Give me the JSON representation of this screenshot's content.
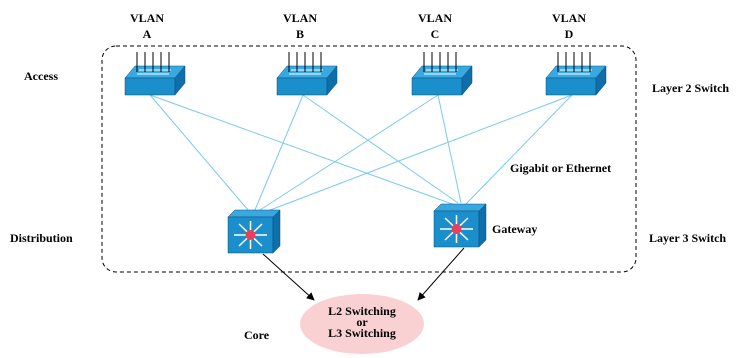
{
  "vlans": [
    {
      "line1": "VLAN",
      "line2": "A"
    },
    {
      "line1": "VLAN",
      "line2": "B"
    },
    {
      "line1": "VLAN",
      "line2": "C"
    },
    {
      "line1": "VLAN",
      "line2": "D"
    }
  ],
  "layers": {
    "access": "Access",
    "distribution": "Distribution",
    "core": "Core"
  },
  "right_labels": {
    "layer2": "Layer 2 Switch",
    "layer3": "Layer 3 Switch"
  },
  "link_label": "Gigabit or Ethernet",
  "gateway_label": "Gateway",
  "core_cloud": {
    "line1": "L2 Switching",
    "line2": "or",
    "line3": "L3 Switching"
  },
  "colors": {
    "switch_top": "#3aa8e0",
    "switch_side": "#0f6fa8",
    "link": "#7cc8ee",
    "core_fill": "#fad1d3",
    "router_dot": "#e8405a"
  }
}
